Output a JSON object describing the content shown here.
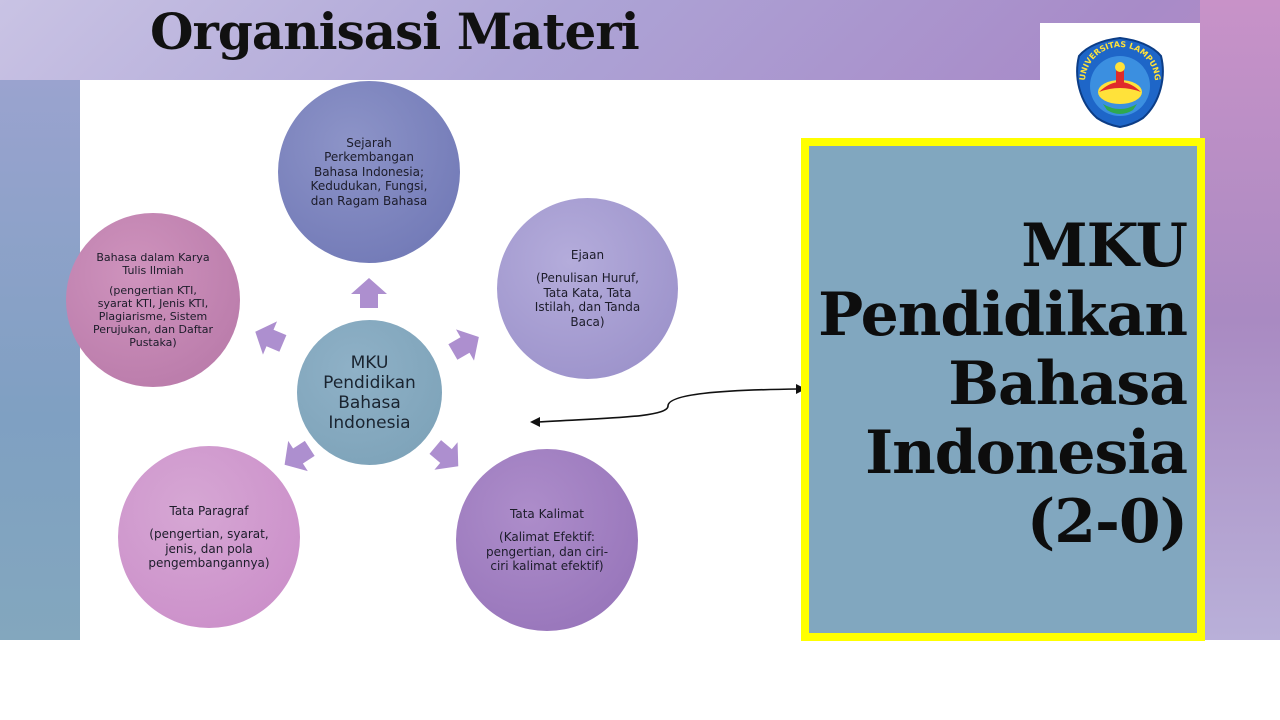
{
  "slide": {
    "title": "Organisasi Materi"
  },
  "logo": {
    "text": "UNIVERSITAS LAMPUNG"
  },
  "diagram": {
    "center": [
      "MKU",
      "Pendidikan",
      "Bahasa",
      "Indonesia"
    ],
    "nodes": {
      "top": {
        "body": [
          "Sejarah",
          "Perkembangan",
          "Bahasa Indonesia;",
          "Kedudukan, Fungsi,",
          "dan Ragam Bahasa"
        ]
      },
      "right": {
        "head": "Ejaan",
        "body": [
          "(Penulisan Huruf,",
          "Tata Kata, Tata",
          "Istilah, dan Tanda",
          "Baca)"
        ]
      },
      "left": {
        "head": [
          "Bahasa dalam Karya",
          "Tulis Ilmiah"
        ],
        "body": [
          "(pengertian KTI,",
          "syarat KTI, Jenis KTI,",
          "Plagiarisme, Sistem",
          "Perujukan, dan Daftar",
          "Pustaka)"
        ]
      },
      "bottom_left": {
        "head": "Tata Paragraf",
        "body": [
          "(pengertian, syarat,",
          "jenis, dan pola",
          "pengembangannya)"
        ]
      },
      "bottom_right": {
        "head": "Tata Kalimat",
        "body": [
          "(Kalimat Efektif:",
          "pengertian, dan ciri-",
          "ciri kalimat efektif)"
        ]
      }
    }
  },
  "mku_box": {
    "lines": [
      "MKU",
      "Pendidikan",
      "Bahasa",
      "Indonesia",
      "(2-0)"
    ]
  },
  "colors": {
    "highlight_border": "#ffff00",
    "mku_box_fill": "#81a7bf",
    "arrow_fill": "#ad8fcf"
  }
}
